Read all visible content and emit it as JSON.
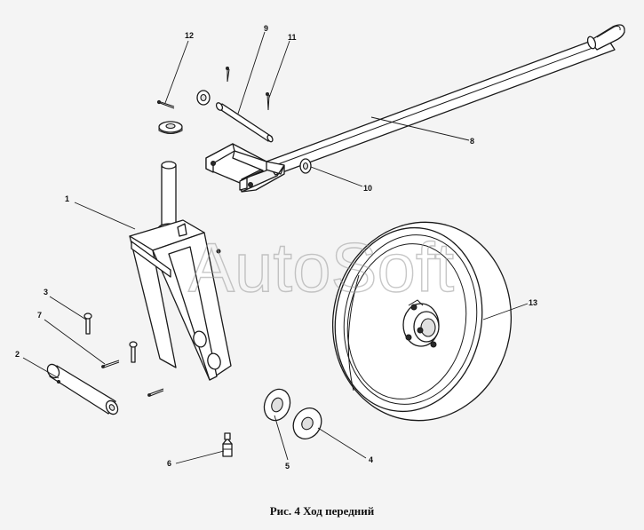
{
  "caption": "Рис. 4  Ход передний",
  "watermark": "AutoSoft",
  "callouts": [
    "1",
    "2",
    "3",
    "4",
    "5",
    "6",
    "7",
    "8",
    "9",
    "10",
    "11",
    "12",
    "13"
  ]
}
